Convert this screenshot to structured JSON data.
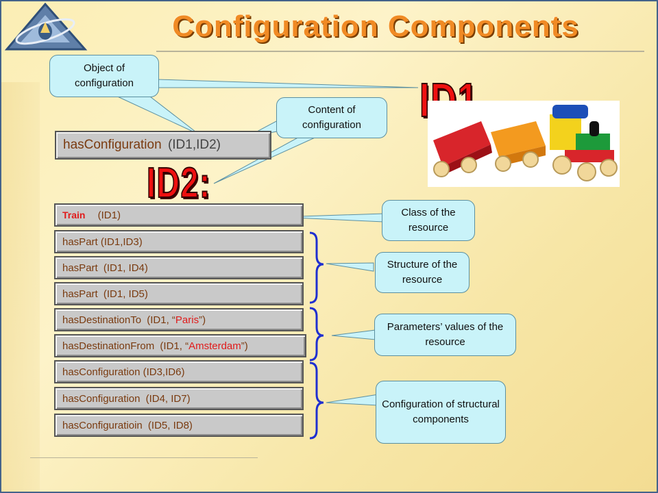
{
  "title": "Configuration Components",
  "callouts": {
    "object": "Object of configuration",
    "content": "Content of configuration",
    "class": "Class of the resource",
    "structure": "Structure of the resource",
    "parameters": "Parameters’ values of the resource",
    "config_structural": "Configuration of structural components"
  },
  "id1_label": "ID1",
  "id2_label": "ID2:",
  "has_configuration": {
    "keyword": "hasConfiguration",
    "args": "(ID1,ID2)"
  },
  "rows": [
    {
      "keyword": "Train",
      "args": "(ID1)"
    },
    {
      "keyword": "hasPart",
      "args": "(ID1,ID3)"
    },
    {
      "keyword": "hasPart",
      "args": "(ID1, ID4)"
    },
    {
      "keyword": "hasPart",
      "args": "(ID1, ID5)"
    },
    {
      "keyword": "hasDestinationTo",
      "args_pre": "(ID1, “",
      "value": "Paris",
      "args_post": "”)"
    },
    {
      "keyword": "hasDestinationFrom",
      "args_pre": "(ID1, “",
      "value": "Amsterdam",
      "args_post": "”)"
    },
    {
      "keyword": "hasConfiguration",
      "args": "(ID3,ID6)"
    },
    {
      "keyword": "hasConfiguration",
      "args": "(ID4, ID7)"
    },
    {
      "keyword": "hasConfiguratioin",
      "args": "(ID5, ID8)"
    }
  ],
  "colors": {
    "title": "#f08a24",
    "callout_fill": "#c9f3f9",
    "box_fill": "#c9c9c9",
    "id_red": "#ee1010",
    "brace_blue": "#1f2fd0"
  },
  "icons": [
    "logo-icon",
    "toy-train-image"
  ]
}
